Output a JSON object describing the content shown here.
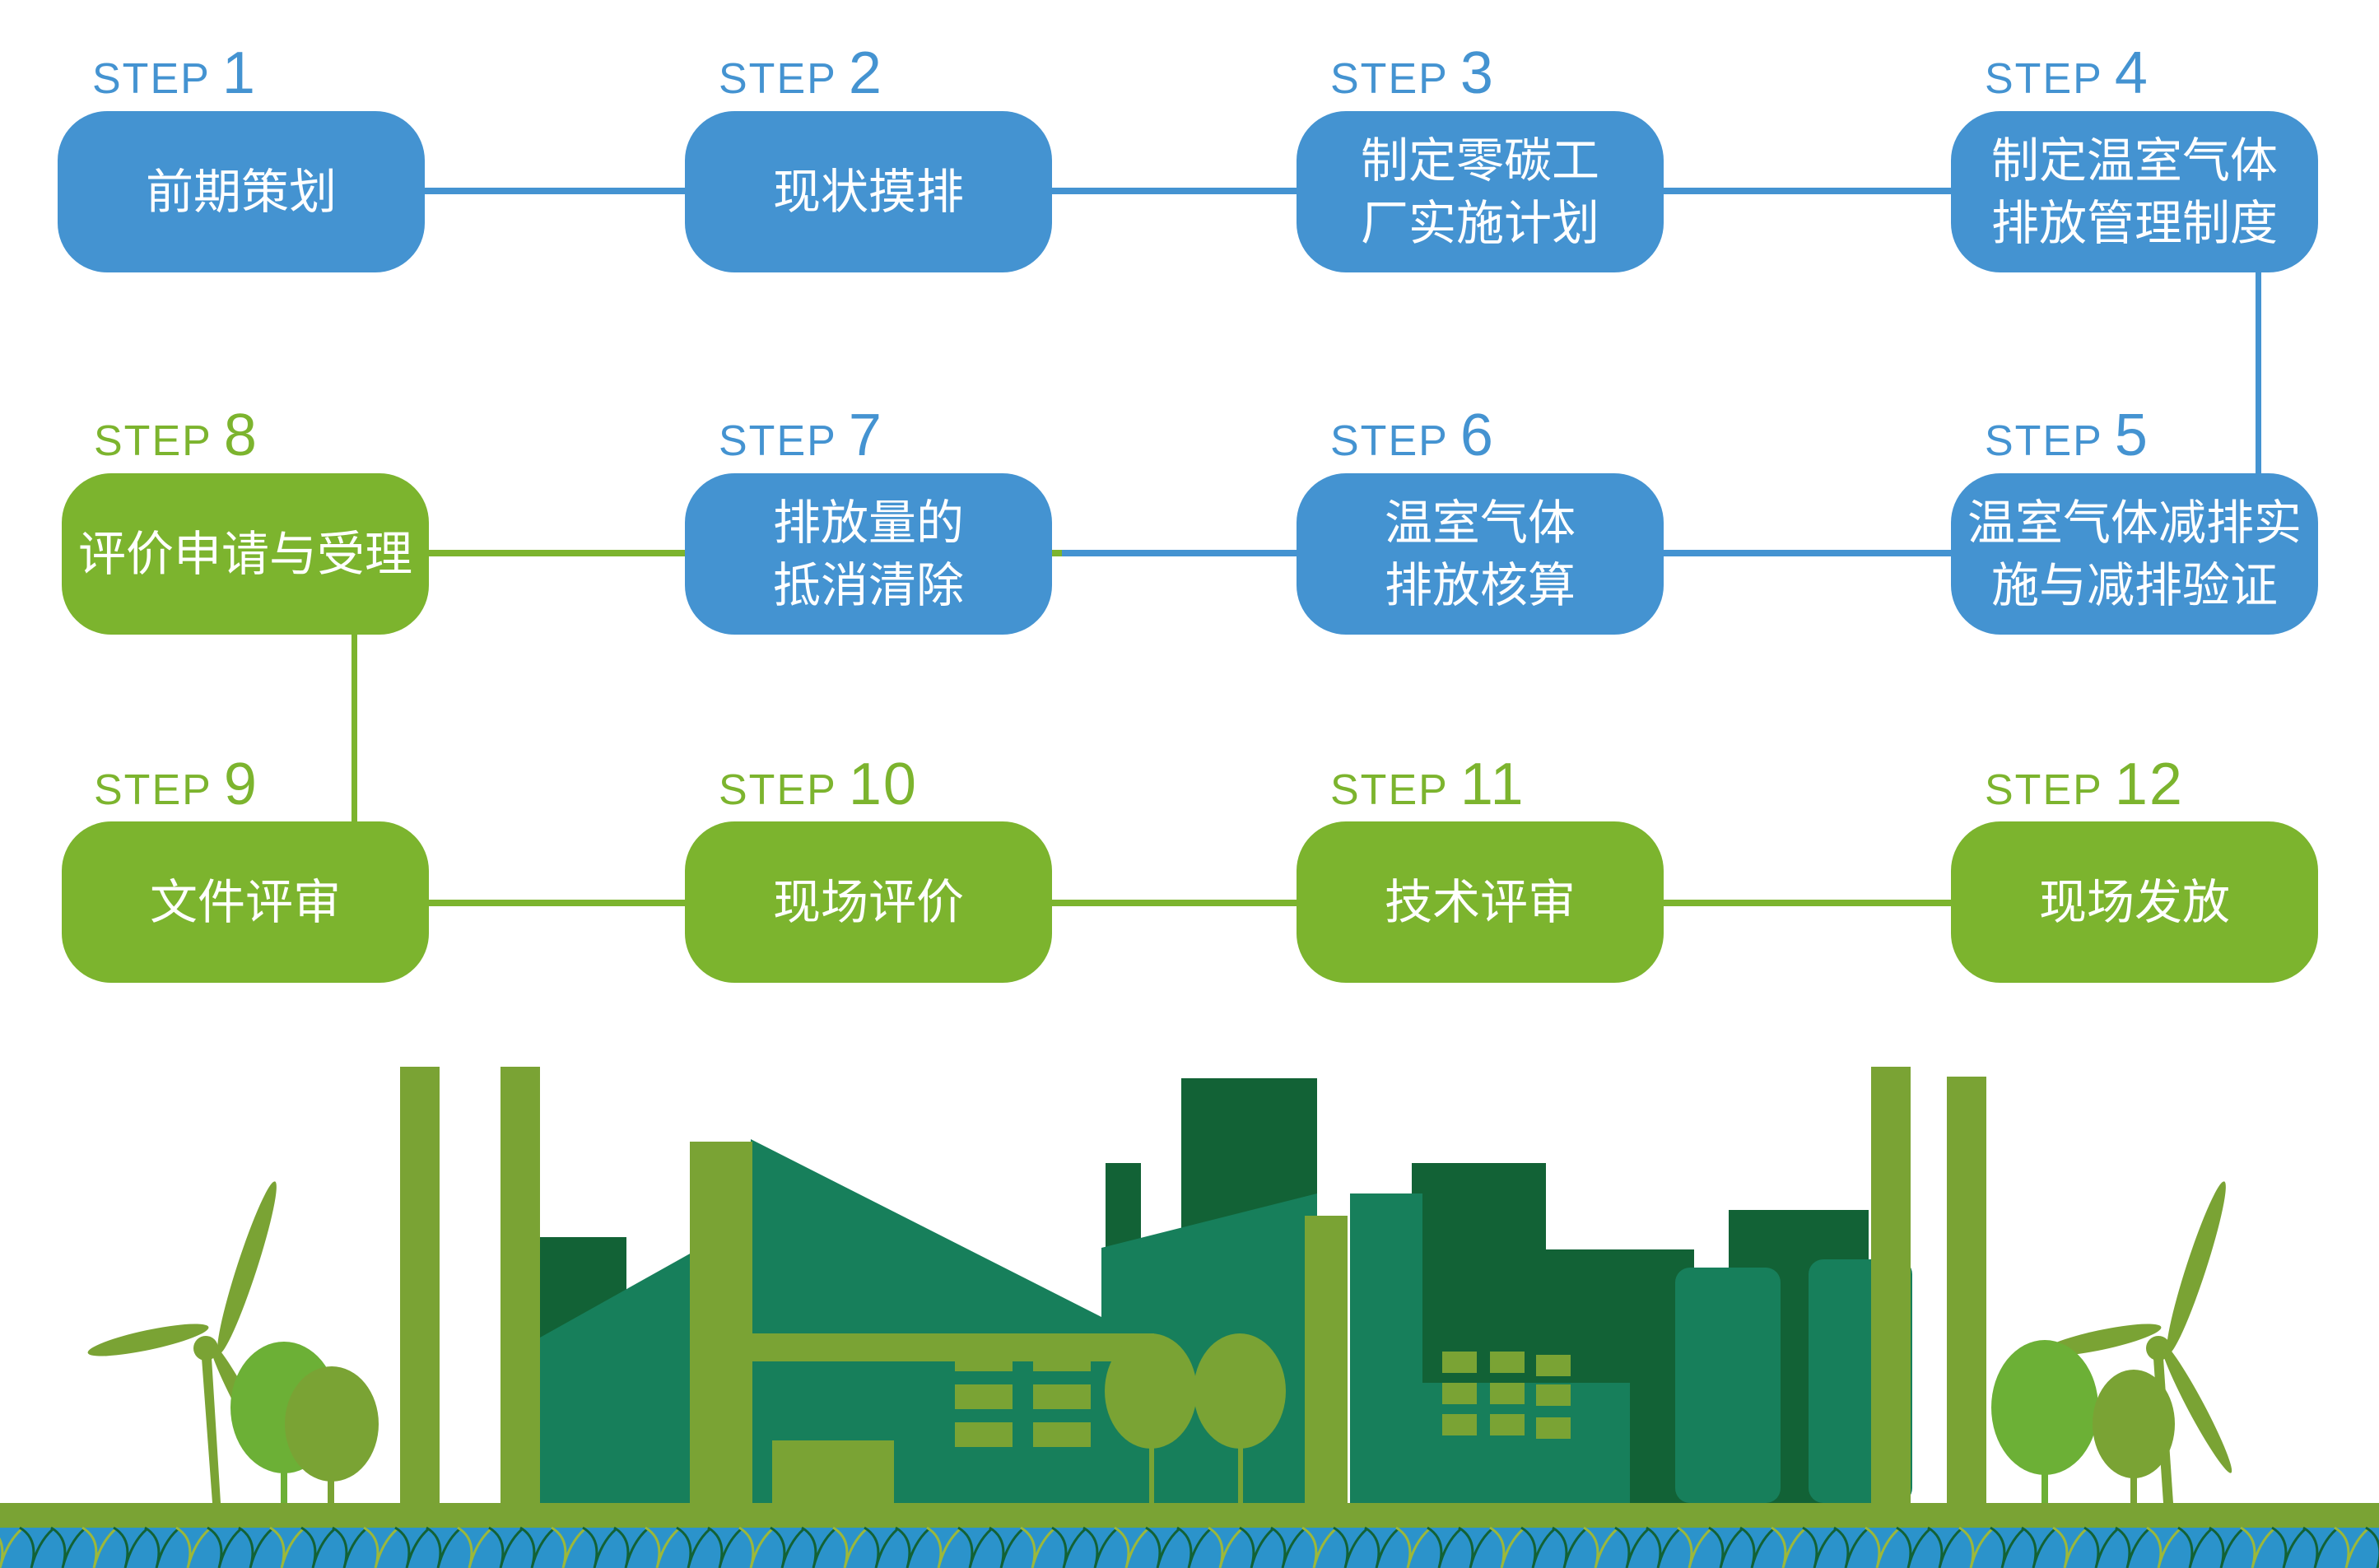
{
  "colors": {
    "blue": "#4493d1",
    "green": "#7cb42e",
    "factory_green": "#177f5b",
    "dark_green": "#126236",
    "olive_green": "#7aa334",
    "tree_green": "#6cb036",
    "water_blue": "#2b93cb"
  },
  "steps": [
    {
      "prefix": "STEP",
      "number": "1",
      "text": "前期策划",
      "color": "blue"
    },
    {
      "prefix": "STEP",
      "number": "2",
      "text": "现状摸排",
      "color": "blue"
    },
    {
      "prefix": "STEP",
      "number": "3",
      "text": "制定零碳工\n厂实施计划",
      "color": "blue"
    },
    {
      "prefix": "STEP",
      "number": "4",
      "text": "制定温室气体\n排放管理制度",
      "color": "blue"
    },
    {
      "prefix": "STEP",
      "number": "5",
      "text": "温室气体减排实\n施与减排验证",
      "color": "blue"
    },
    {
      "prefix": "STEP",
      "number": "6",
      "text": "温室气体\n排放核算",
      "color": "blue"
    },
    {
      "prefix": "STEP",
      "number": "7",
      "text": "排放量的\n抵消清除",
      "color": "blue"
    },
    {
      "prefix": "STEP",
      "number": "8",
      "text": "评价申请与受理",
      "color": "green"
    },
    {
      "prefix": "STEP",
      "number": "9",
      "text": "文件评审",
      "color": "green"
    },
    {
      "prefix": "STEP",
      "number": "10",
      "text": "现场评价",
      "color": "green"
    },
    {
      "prefix": "STEP",
      "number": "11",
      "text": "技术评审",
      "color": "green"
    },
    {
      "prefix": "STEP",
      "number": "12",
      "text": "现场发放",
      "color": "green"
    }
  ],
  "illustration": {
    "subject": "green-factory-with-wind-turbines-trees-and-grass"
  }
}
